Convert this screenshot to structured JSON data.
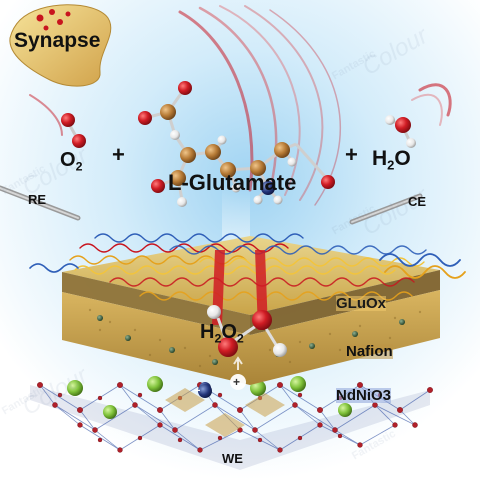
{
  "labels": {
    "synapse": "Synapse",
    "o2_main": "O",
    "o2_sub": "2",
    "plus": "+",
    "glutamate": "L-Glutamate",
    "h2o_h": "H",
    "h2o_sub": "2",
    "h2o_o": "O",
    "re": "RE",
    "ce": "CE",
    "h2o2_h": "H",
    "h2o2_s1": "2",
    "h2o2_o": "O",
    "h2o2_s2": "2",
    "gluox": "GLuOx",
    "nafion": "Nafion",
    "ndnio3": "NdNiO3",
    "we": "WE",
    "minus": "−",
    "plus_ion": "+"
  },
  "watermark": {
    "small": "Fantastic",
    "big": "Colour"
  },
  "colors": {
    "background_glow": "#bfe3f7",
    "oxygen": "#c8141e",
    "carbon": "#b07a36",
    "hydrogen": "#f2f2f2",
    "gluox_layer": "#d6b35a",
    "nafion_layer": "#c9a85a",
    "crystal_blue": "#3c5aa8",
    "crystal_red": "#b0202a",
    "nd_green": "#7fc23a"
  }
}
